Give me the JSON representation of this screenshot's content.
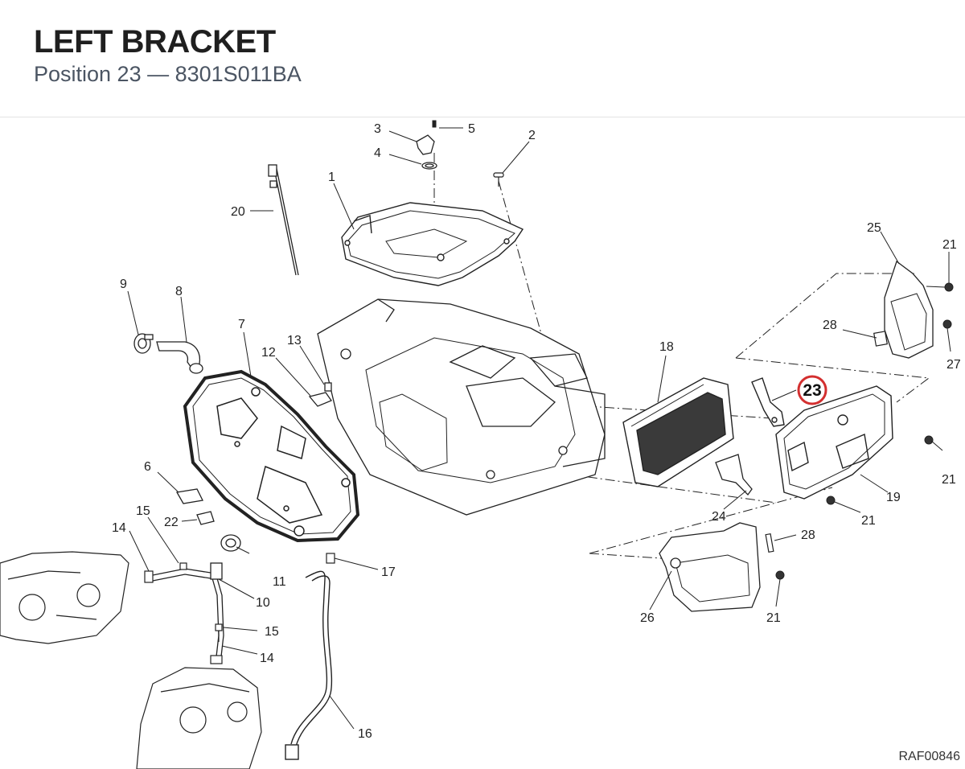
{
  "header": {
    "title": "LEFT BRACKET",
    "subtitle": "Position 23 — 8301S011BA"
  },
  "footer": {
    "code": "RAF00846"
  },
  "callouts": {
    "c1": "1",
    "c2": "2",
    "c3": "3",
    "c4": "4",
    "c5": "5",
    "c6": "6",
    "c7": "7",
    "c8": "8",
    "c9": "9",
    "c10": "10",
    "c11": "11",
    "c12": "12",
    "c13": "13",
    "c14a": "14",
    "c14b": "14",
    "c15a": "15",
    "c15b": "15",
    "c16": "16",
    "c17": "17",
    "c18": "18",
    "c19": "19",
    "c20": "20",
    "c21a": "21",
    "c21b": "21",
    "c21c": "21",
    "c21d": "21",
    "c22": "22",
    "c23": "23",
    "c24": "24",
    "c25": "25",
    "c26": "26",
    "c27": "27",
    "c28a": "28",
    "c28b": "28"
  },
  "colors": {
    "highlight": "#d32f2f",
    "line": "#222222"
  }
}
